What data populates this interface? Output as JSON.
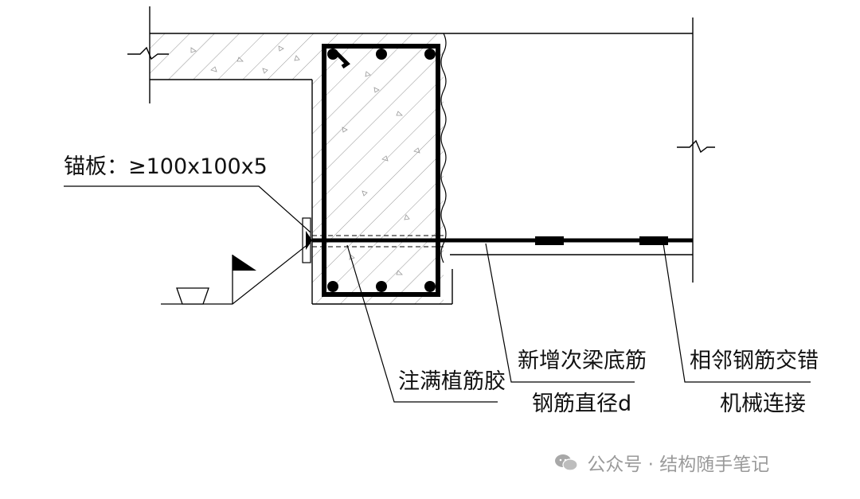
{
  "labels": {
    "anchor_plate": "锚板：≥100x100x5",
    "glue_fill": "注满植筋胶",
    "new_beam_bar": "新增次梁底筋",
    "bar_diameter": "钢筋直径d",
    "adjacent_bars": "相邻钢筋交错",
    "mechanical_connection": "机械连接"
  },
  "watermark": {
    "text": "公众号 · 结构随手笔记",
    "icon": "wechat-icon"
  },
  "colors": {
    "line": "#000000",
    "hatch": "#888888",
    "watermark": "#9a9a9a"
  }
}
